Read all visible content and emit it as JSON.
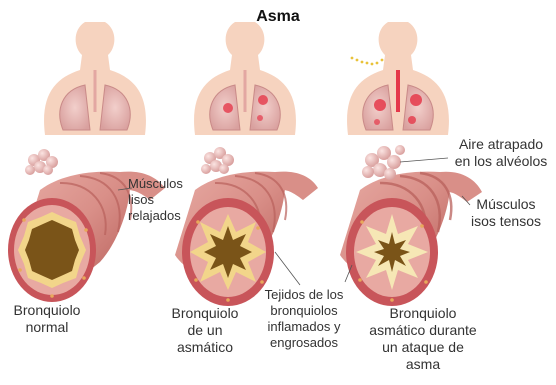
{
  "title": "Asma",
  "panels": [
    {
      "caption": "Bronquiolo\nnormal",
      "labels": [
        "Músculos\nlisos\nrelajados"
      ]
    },
    {
      "caption": "Bronquiolo\nde un\nasmático",
      "labels": [
        "Tejidos de los\nbronquiolos\ninflamados y\nengrosados"
      ]
    },
    {
      "caption": "Bronquiolo\nasmático durante\nun ataque de\nasma",
      "labels": [
        "Aire atrapado\nen los alvéolos",
        "Músculos\nisos tensos"
      ]
    }
  ],
  "colors": {
    "skin": "#f6d3bf",
    "lung": "#e9b7b5",
    "inflamed": "#e5384a",
    "tube": "#d98f88",
    "tube_dark": "#b9615c",
    "wall": "#c8555a",
    "mucus": "#f2d58a",
    "lumen": "#7a5418",
    "dots": "#e8a95b"
  }
}
